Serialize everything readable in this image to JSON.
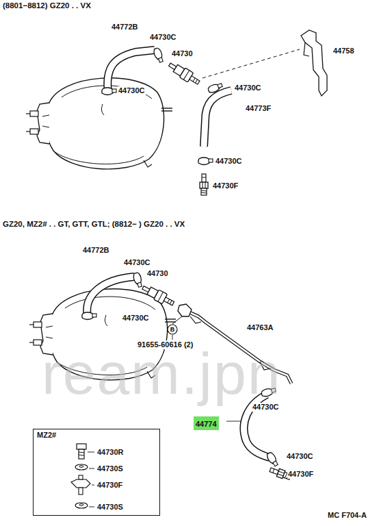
{
  "diagram": {
    "nodes": [
      {
        "text": [
          "B"
        ]
      },
      {
        "text": [
          "44774"
        ]
      },
      {
        "text": [
          "MZ2#",
          "44730R",
          "44730S",
          "44730F",
          "44730S"
        ]
      }
    ],
    "labels": [
      "(8801−8812) GZ20 . . VX",
      "44772B",
      "44730C",
      "44730",
      "44758",
      "44730C",
      "44730C",
      "44773F",
      "44730C",
      "44730F",
      "GZ20, MZ2# . . GT, GTT, GTL; (8812−     ) GZ20 . . VX",
      "44772B",
      "44730C",
      "44730",
      "44730C",
      "91655-60616 (2)",
      "44763A",
      "44730C",
      "44730C",
      "44730F",
      "MC F704-A",
      "ream.jpn"
    ]
  }
}
